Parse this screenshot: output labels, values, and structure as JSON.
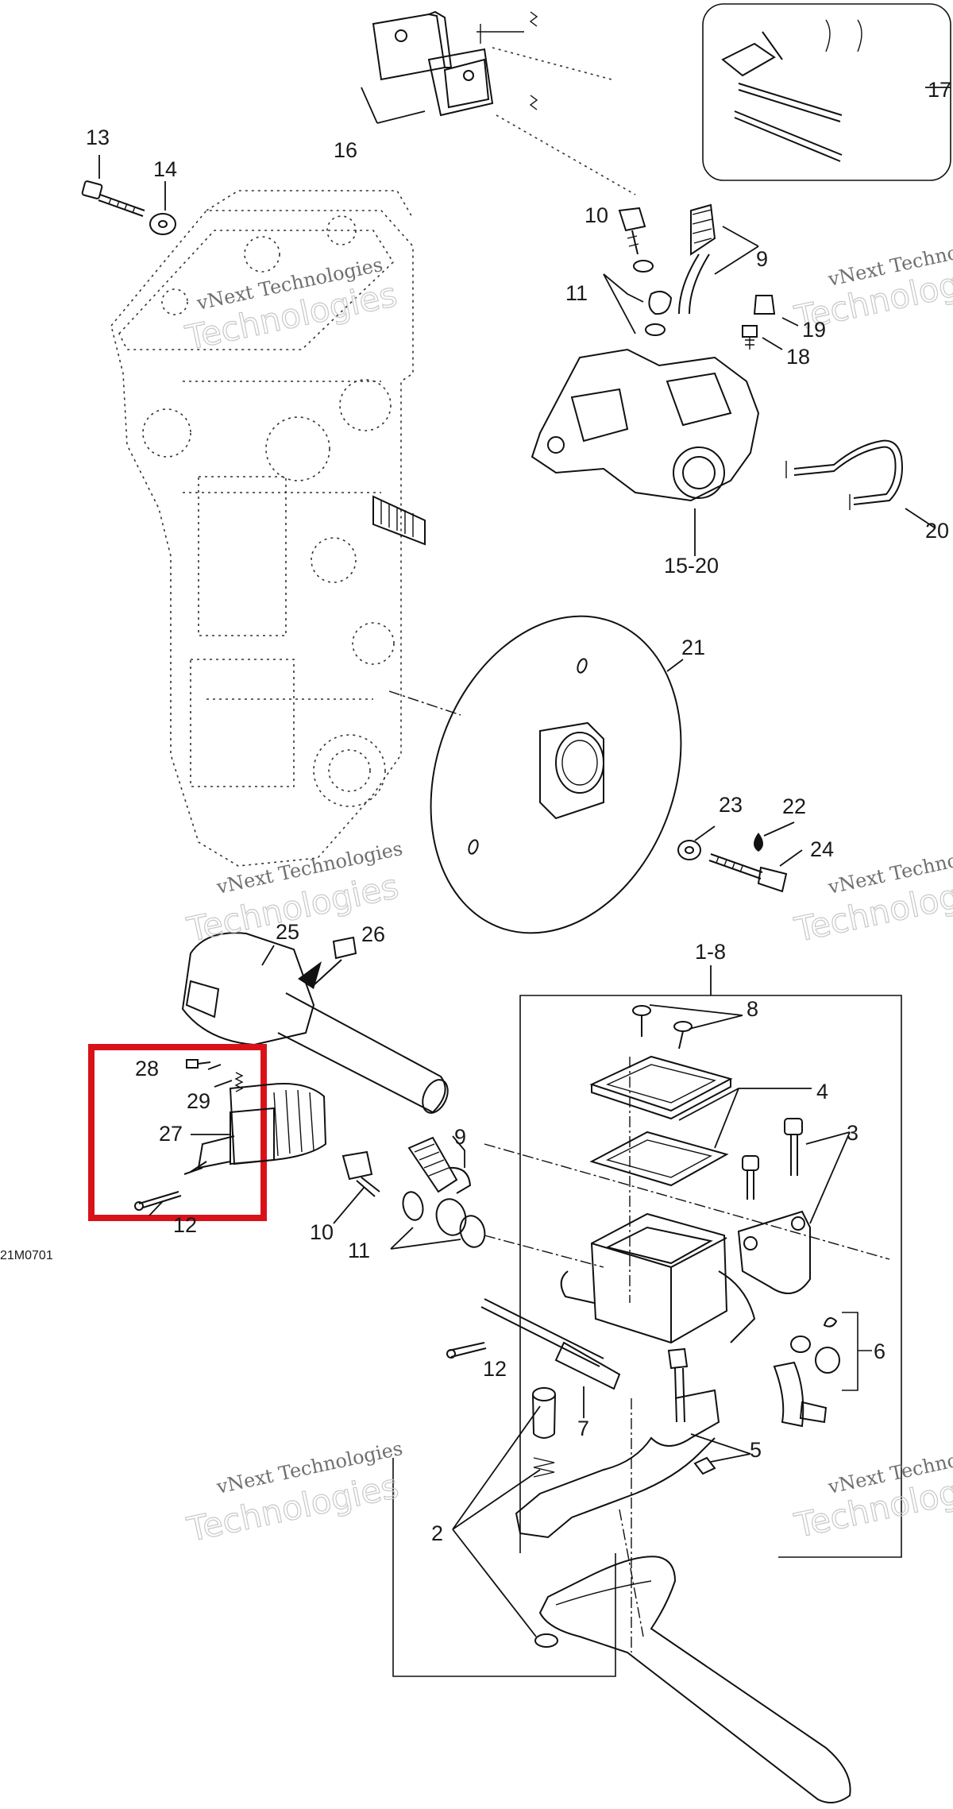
{
  "diagram": {
    "drawing_code": "21M0701",
    "highlight_color": "#d9121a",
    "watermark": {
      "line1": "vNext Technologies",
      "line2": "Technologies"
    },
    "callouts": {
      "c1_8": "1-8",
      "c2": "2",
      "c3": "3",
      "c4": "4",
      "c5": "5",
      "c6": "6",
      "c7": "7",
      "c8": "8",
      "c9_top": "9",
      "c9_mid": "9",
      "c10_top": "10",
      "c10_mid": "10",
      "c11_top": "11",
      "c11_mid": "11",
      "c12_left": "12",
      "c12_right": "12",
      "c13": "13",
      "c14": "14",
      "c15_20": "15-20",
      "c16": "16",
      "c17": "17",
      "c18": "18",
      "c19": "19",
      "c20": "20",
      "c21": "21",
      "c22": "22",
      "c23": "23",
      "c24": "24",
      "c25": "25",
      "c26": "26",
      "c27": "27",
      "c28": "28",
      "c29": "29"
    }
  }
}
